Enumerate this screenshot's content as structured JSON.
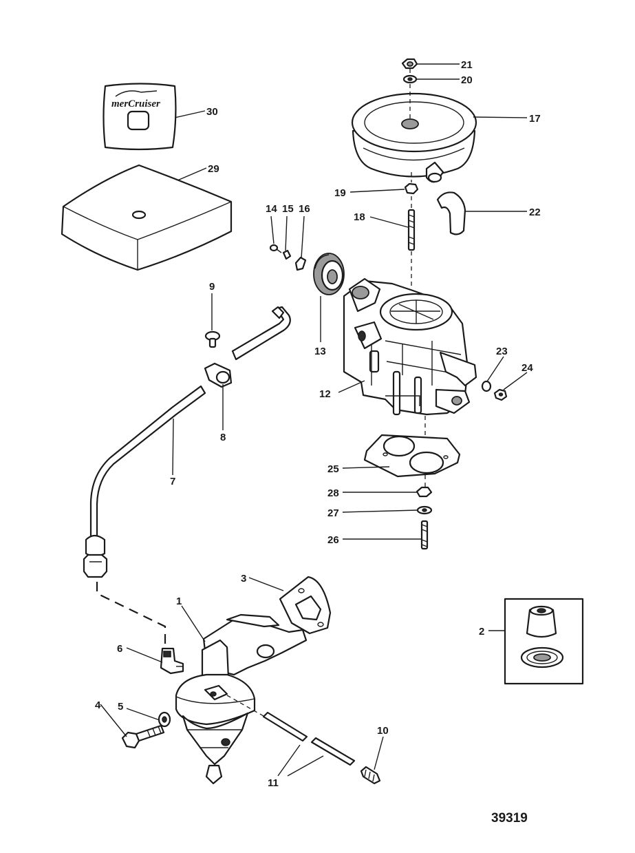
{
  "figure_number": "39319",
  "logo_text": "merCruiser",
  "callouts": {
    "c1": "1",
    "c2": "2",
    "c3": "3",
    "c4": "4",
    "c5": "5",
    "c6": "6",
    "c7": "7",
    "c8": "8",
    "c9": "9",
    "c10": "10",
    "c11": "11",
    "c12": "12",
    "c13": "13",
    "c14": "14",
    "c15": "15",
    "c16": "16",
    "c17": "17",
    "c18": "18",
    "c19": "19",
    "c20": "20",
    "c21": "21",
    "c22": "22",
    "c23": "23",
    "c24": "24",
    "c25": "25",
    "c26": "26",
    "c27": "27",
    "c28": "28",
    "c29": "29",
    "c30": "30"
  }
}
